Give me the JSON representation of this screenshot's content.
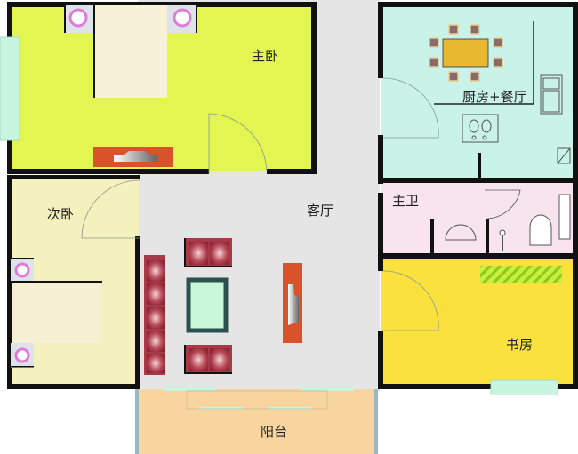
{
  "rooms": {
    "master_bedroom": "主卧",
    "second_bedroom": "次卧",
    "living_room": "客厅",
    "kitchen_dining": "厨房+餐厅",
    "master_bath": "主卫",
    "study": "书房",
    "balcony": "阳台"
  },
  "colors": {
    "master_bedroom": "#e3f551",
    "second_bedroom": "#f4f1bf",
    "living_room": "#e5e5e5",
    "kitchen_dining": "#c9f2e8",
    "master_bath": "#f8e4ef",
    "study": "#fbe13e",
    "balcony": "#f8d59e",
    "window": "#c8f5e0",
    "sofa": "#a83a48",
    "tv_cabinet": "#d8532a"
  }
}
